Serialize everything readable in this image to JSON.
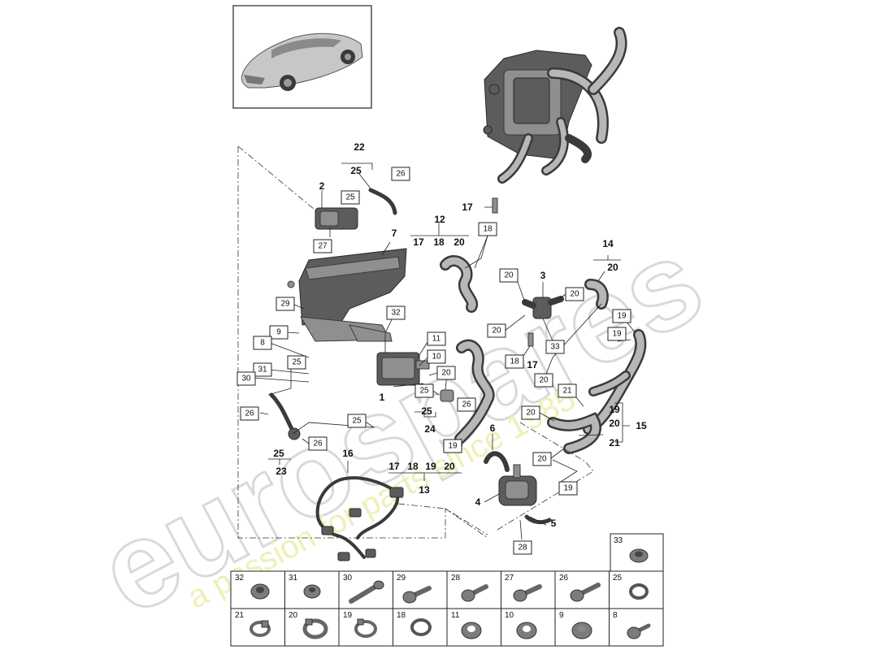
{
  "watermark": {
    "brand": "eurospares",
    "tagline": "a passion for parts since 1985"
  },
  "callouts": [
    {
      "label": "22"
    },
    {
      "label": "25",
      "boxed": false
    },
    {
      "label": "26"
    },
    {
      "label": "2"
    },
    {
      "label": "25"
    },
    {
      "label": "27"
    },
    {
      "label": "17"
    },
    {
      "label": "12"
    },
    {
      "label": "17"
    },
    {
      "label": "18"
    },
    {
      "label": "20"
    },
    {
      "label": "18"
    },
    {
      "label": "7"
    },
    {
      "label": "29"
    },
    {
      "label": "9"
    },
    {
      "label": "8"
    },
    {
      "label": "31"
    },
    {
      "label": "30"
    },
    {
      "label": "32"
    },
    {
      "label": "11"
    },
    {
      "label": "10"
    },
    {
      "label": "25"
    },
    {
      "label": "20"
    },
    {
      "label": "1"
    },
    {
      "label": "25"
    },
    {
      "label": "26"
    },
    {
      "label": "25"
    },
    {
      "label": "24"
    },
    {
      "label": "26"
    },
    {
      "label": "25"
    },
    {
      "label": "26"
    },
    {
      "label": "25"
    },
    {
      "label": "23"
    },
    {
      "label": "19"
    },
    {
      "label": "17"
    },
    {
      "label": "18"
    },
    {
      "label": "19"
    },
    {
      "label": "20"
    },
    {
      "label": "13"
    },
    {
      "label": "16"
    },
    {
      "label": "3"
    },
    {
      "label": "20"
    },
    {
      "label": "20"
    },
    {
      "label": "20"
    },
    {
      "label": "33"
    },
    {
      "label": "18"
    },
    {
      "label": "17"
    },
    {
      "label": "20"
    },
    {
      "label": "14"
    },
    {
      "label": "20"
    },
    {
      "label": "19"
    },
    {
      "label": "19"
    },
    {
      "label": "21"
    },
    {
      "label": "20"
    },
    {
      "label": "19"
    },
    {
      "label": "20"
    },
    {
      "label": "21"
    },
    {
      "label": "15"
    },
    {
      "label": "20"
    },
    {
      "label": "6"
    },
    {
      "label": "4"
    },
    {
      "label": "5"
    },
    {
      "label": "28"
    },
    {
      "label": "19"
    }
  ],
  "parts_grid": {
    "top": [
      {
        "num": "33",
        "part": "nut"
      }
    ],
    "row1": [
      {
        "num": "32",
        "part": "nut"
      },
      {
        "num": "31",
        "part": "nut"
      },
      {
        "num": "30",
        "part": "bolt"
      },
      {
        "num": "29",
        "part": "bolt"
      },
      {
        "num": "28",
        "part": "bolt"
      },
      {
        "num": "27",
        "part": "bolt"
      },
      {
        "num": "26",
        "part": "bolt"
      },
      {
        "num": "25",
        "part": "seal-ring"
      }
    ],
    "row2": [
      {
        "num": "21",
        "part": "hose-clip"
      },
      {
        "num": "20",
        "part": "hose-clip"
      },
      {
        "num": "19",
        "part": "hose-clip"
      },
      {
        "num": "18",
        "part": "seal-ring"
      },
      {
        "num": "11",
        "part": "grommet"
      },
      {
        "num": "10",
        "part": "grommet"
      },
      {
        "num": "9",
        "part": "grommet"
      },
      {
        "num": "8",
        "part": "bolt"
      }
    ]
  }
}
